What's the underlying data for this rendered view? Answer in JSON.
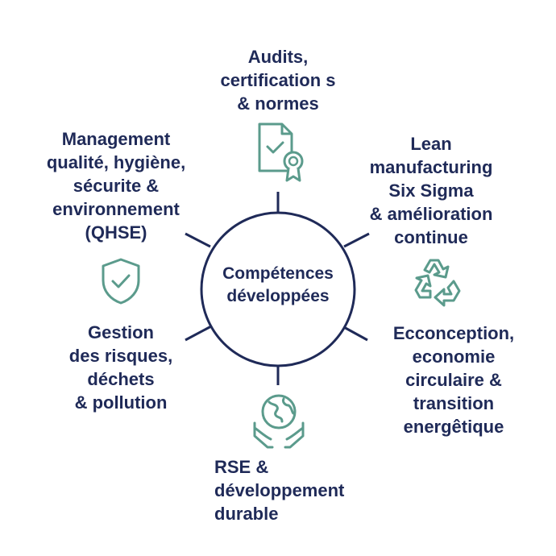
{
  "center": {
    "lines": [
      "Compétences",
      "développées"
    ]
  },
  "colors": {
    "text": "#1f2a58",
    "icon": "#5b9b8c",
    "circle": "#1f2a58"
  },
  "nodes": [
    {
      "id": "audits",
      "icon": "certificate-icon",
      "lines": [
        "Audits,",
        "certification s",
        "& normes"
      ]
    },
    {
      "id": "lean",
      "icon": "recycle-icon",
      "lines": [
        "Lean",
        "manufacturing",
        "Six Sigma",
        "& amélioration",
        "continue"
      ]
    },
    {
      "id": "eco",
      "icon": "",
      "lines": [
        "Ecconception,",
        "economie",
        "circulaire &",
        "transition",
        "energêtique"
      ]
    },
    {
      "id": "rse",
      "icon": "globe-hands-icon",
      "lines": [
        "RSE &",
        "développement",
        "durable"
      ]
    },
    {
      "id": "risques",
      "icon": "",
      "lines": [
        "Gestion",
        "des risques,",
        "déchets",
        "& pollution"
      ]
    },
    {
      "id": "qhse",
      "icon": "shield-check-icon",
      "lines": [
        "Management",
        "qualité, hygiène,",
        "sécurite &",
        "environnement",
        "(QHSE)"
      ]
    }
  ]
}
